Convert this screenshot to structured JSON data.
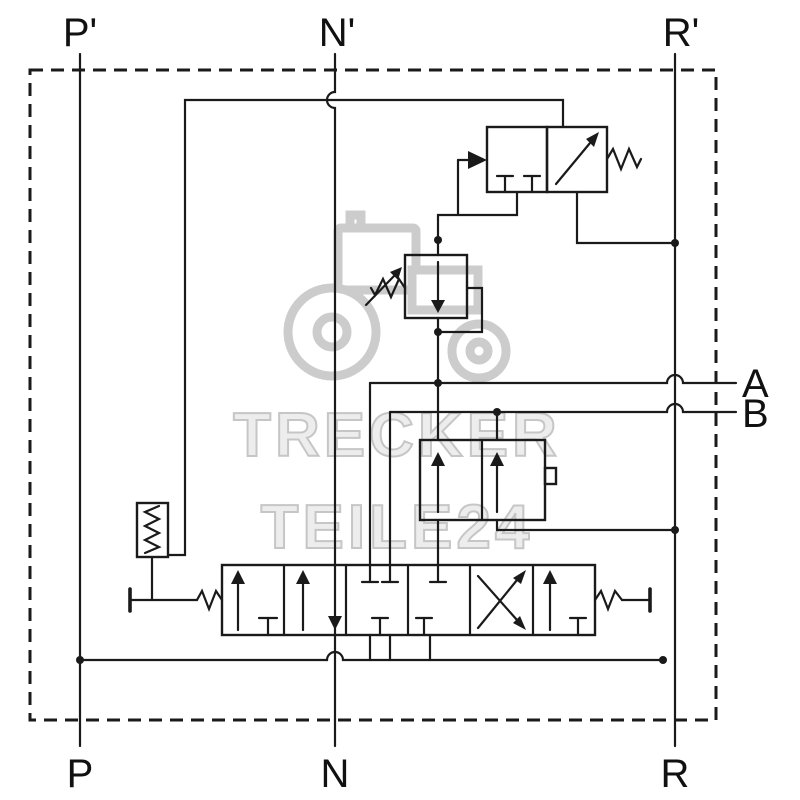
{
  "diagram": {
    "type": "hydraulic-circuit",
    "description": "Hydraulic directional control valve block schematic"
  },
  "ports": {
    "top": [
      {
        "label": "P'"
      },
      {
        "label": "N'"
      },
      {
        "label": "R'"
      }
    ],
    "bottom": [
      {
        "label": "P"
      },
      {
        "label": "N"
      },
      {
        "label": "R"
      }
    ],
    "work": [
      {
        "label": "A"
      },
      {
        "label": "B"
      }
    ]
  },
  "watermark": {
    "line1": "TRECKER",
    "line2": "TEILE24"
  },
  "components": [
    "pilot-operated-switching-valve-3-2",
    "adjustable-pressure-relief-valve",
    "double-check-valve-block",
    "directional-spool-valve",
    "hand-lever-left",
    "hand-lever-right",
    "return-springs",
    "pilot-spring-detent"
  ],
  "colors": {
    "line": "#1a1a1a",
    "background": "#ffffff",
    "watermark": "#c9c9c9"
  }
}
